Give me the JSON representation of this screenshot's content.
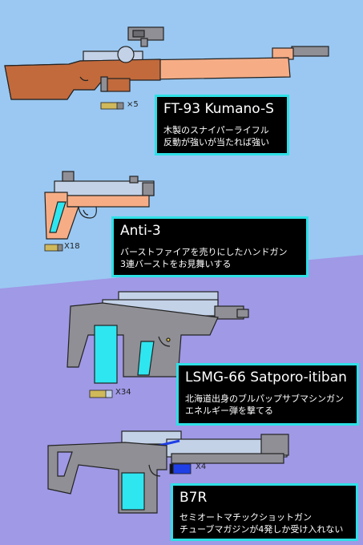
{
  "colors": {
    "sky_top": "#9ac8f2",
    "lavender_bottom": "#9f99e6",
    "card_border": "#2ee0e6",
    "wood": "#c26a3c",
    "wood_light": "#f6ad86",
    "metal": "#8f8f95",
    "metal_light": "#c4d2e8",
    "cyan": "#2ee6f0",
    "magazine_blue": "#1f3fe6",
    "bullet_gold": "#d0b95a"
  },
  "weapons": [
    {
      "name": "FT-93 Kumano-S",
      "desc1": "木製のスナイパーライフル",
      "desc2": "反動が強いが当たれば強い",
      "ammo": "×5",
      "icon": "sniper-rifle-icon"
    },
    {
      "name": "Anti-3",
      "desc1": "バーストファイアを売りにしたハンドガン",
      "desc2": "3連バーストをお見舞いする",
      "ammo": "X18",
      "icon": "handgun-icon"
    },
    {
      "name": "LSMG-66 Satporo-itiban",
      "desc1": "北海道出身のブルパップサブマシンガン",
      "desc2": "エネルギー弾を撃てる",
      "ammo": "X34",
      "icon": "smg-icon"
    },
    {
      "name": "B7R",
      "desc1": "セミオートマチックショットガン",
      "desc2": "チューブマガジンが4発しか受け入れない",
      "ammo": "X4",
      "icon": "shotgun-icon"
    }
  ]
}
